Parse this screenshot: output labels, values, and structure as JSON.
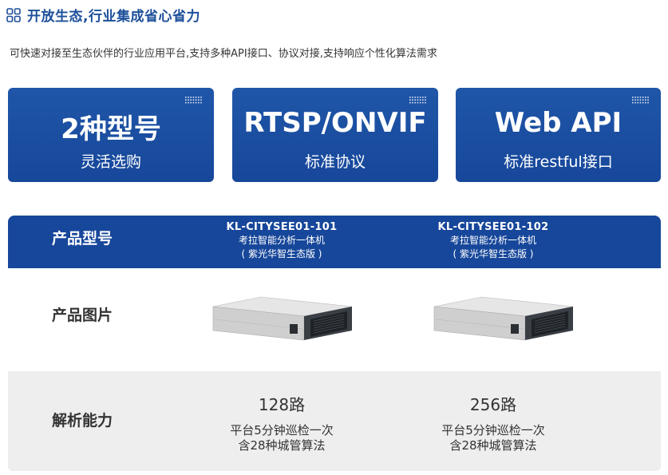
{
  "header": {
    "icon": "grid-icon",
    "title": "开放生态,行业集成省心省力"
  },
  "subtitle": "可快速对接至生态伙伴的行业应用平台,支持多种API接口、协议对接,支持响应个性化算法需求",
  "cards": [
    {
      "big": "2种型号",
      "small": "灵活选购"
    },
    {
      "big": "RTSP/ONVIF",
      "small": "标准协议"
    },
    {
      "big": "Web API",
      "small": "标准restful接口"
    }
  ],
  "table": {
    "header_label": "产品型号",
    "models": [
      {
        "code": "KL-CITYSEE01-101",
        "name": "考拉智能分析一体机",
        "edition": "( 紫光华智生态版 )"
      },
      {
        "code": "KL-CITYSEE01-102",
        "name": "考拉智能分析一体机",
        "edition": "( 紫光华智生态版 )"
      }
    ],
    "image_label": "产品图片",
    "capability_label": "解析能力",
    "capabilities": [
      {
        "num": "128路",
        "desc1": "平台5分钟巡检一次",
        "desc2": "含28种城管算法"
      },
      {
        "num": "256路",
        "desc1": "平台5分钟巡检一次",
        "desc2": "含28种城管算法"
      }
    ]
  },
  "colors": {
    "primary": "#17479a",
    "title": "#1d4f9a",
    "row_bg": "#eeeeee"
  }
}
